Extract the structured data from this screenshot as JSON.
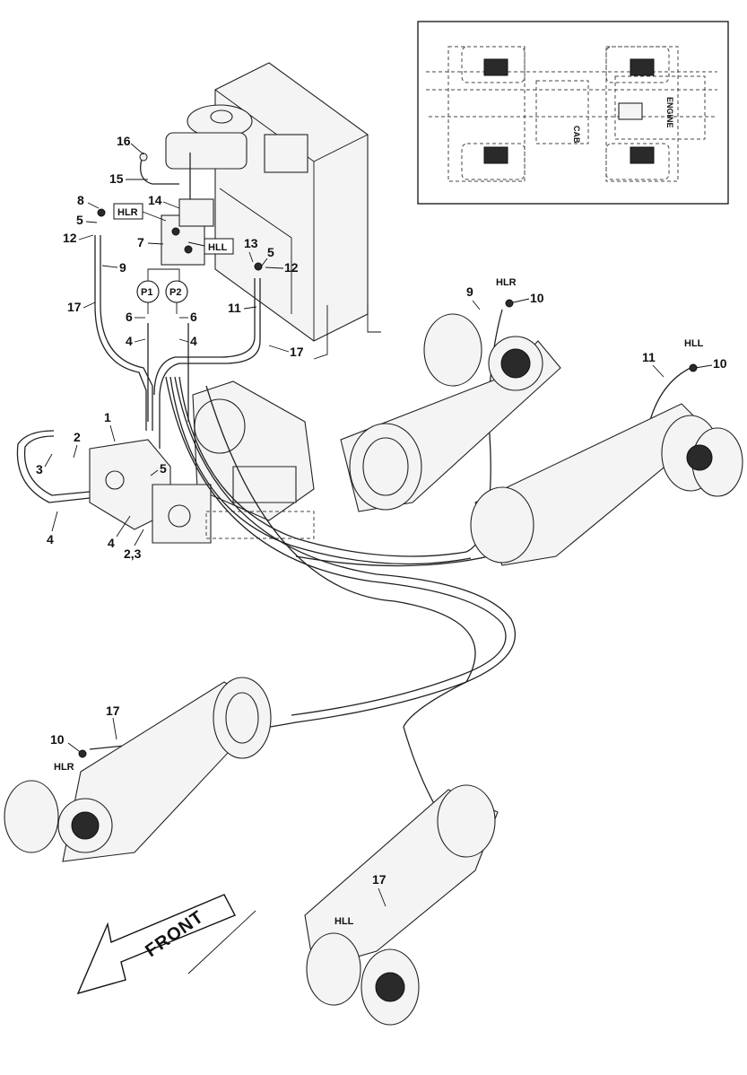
{
  "callouts": {
    "c1": "1",
    "c2": "2",
    "c3": "3",
    "c4a": "4",
    "c4b": "4",
    "c4c": "4",
    "c4d": "4",
    "c5a": "5",
    "c5b": "5",
    "c5c": "5",
    "c6a": "6",
    "c6b": "6",
    "c7": "7",
    "c8": "8",
    "c9a": "9",
    "c9b": "9",
    "c10a": "10",
    "c10b": "10",
    "c10c": "10",
    "c11a": "11",
    "c11b": "11",
    "c12a": "12",
    "c12b": "12",
    "c13": "13",
    "c14": "14",
    "c15": "15",
    "c16": "16",
    "c17a": "17",
    "c17b": "17",
    "c17c": "17",
    "c17d": "17",
    "c23": "2,3"
  },
  "valve_tags": {
    "hlr": "HLR",
    "hll": "HLL"
  },
  "ports": {
    "p1": "P1",
    "p2": "P2"
  },
  "hub_tags": {
    "hlr_rear": "HLR",
    "hll_rear": "HLL",
    "hlr_front": "HLR",
    "hll_front": "HLL"
  },
  "direction": "FRONT",
  "inset": {
    "cab": "CAB",
    "engine": "ENGINE"
  }
}
